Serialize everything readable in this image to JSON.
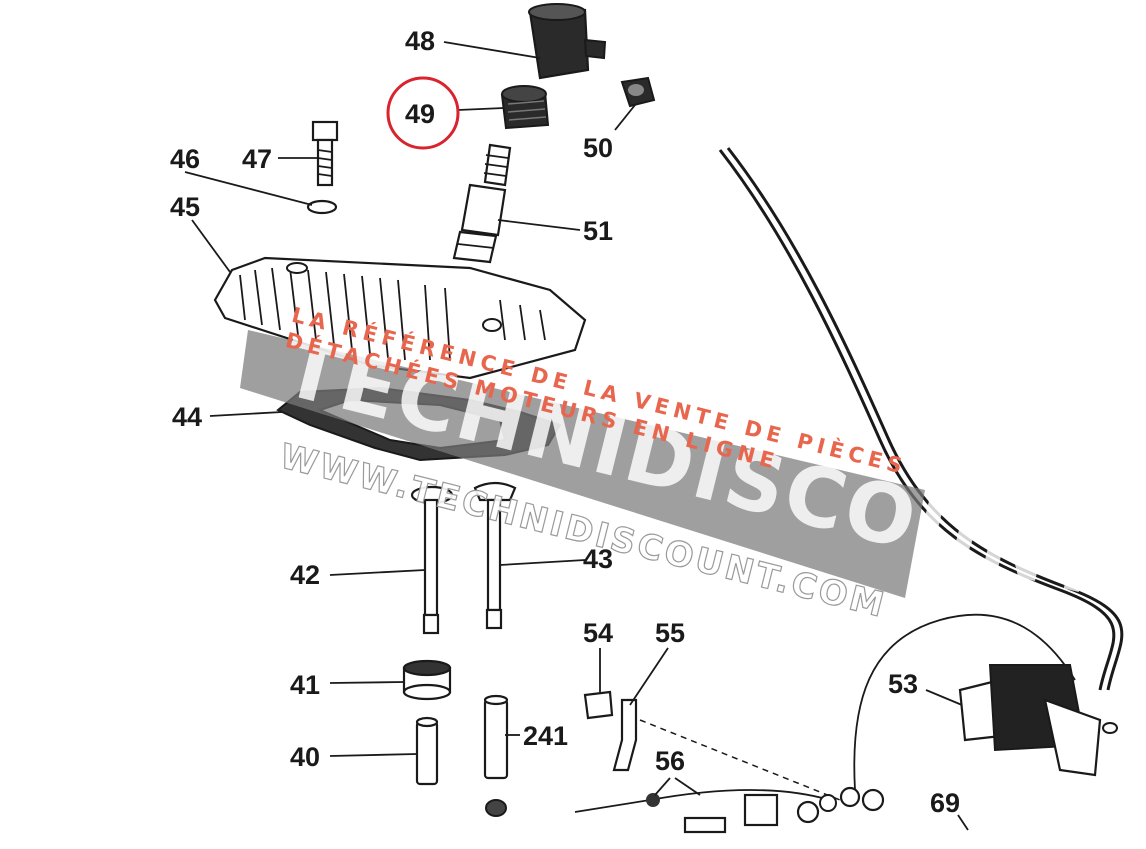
{
  "part_labels": {
    "p48": "48",
    "p49": "49",
    "p50": "50",
    "p51": "51",
    "p46": "46",
    "p47": "47",
    "p45": "45",
    "p44": "44",
    "p42": "42",
    "p43": "43",
    "p41": "41",
    "p40": "40",
    "p241": "241",
    "p54": "54",
    "p55": "55",
    "p56": "56",
    "p53": "53",
    "p69": "69"
  },
  "highlight": {
    "part": "49",
    "color": "#d9232d"
  },
  "watermark": {
    "brand": "TECHNIDISCOUNT",
    "tagline_1": "LA RÉFÉRENCE DE LA VENTE DE PIÈCES",
    "tagline_2": "DÉTACHÉES MOTEURS EN LIGNE",
    "url": "WWW.TECHNIDISCOUNT.COM",
    "band_color": "#7a7a7a",
    "accent_color": "#e8664e"
  }
}
